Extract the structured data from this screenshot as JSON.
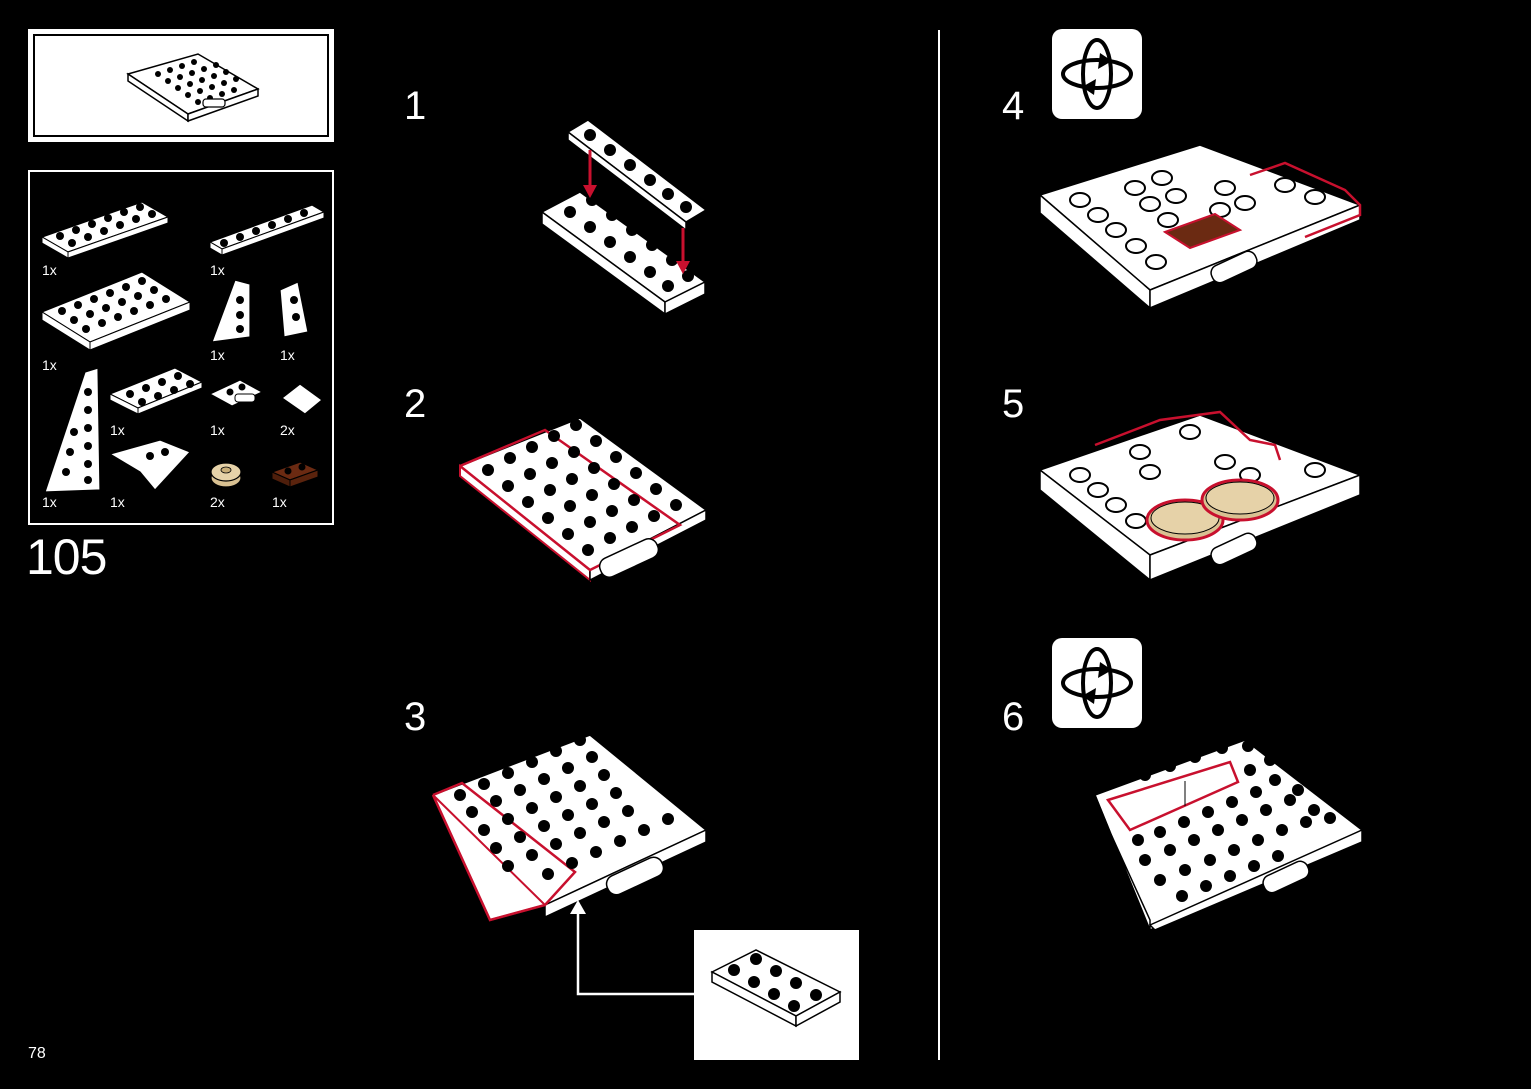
{
  "page": {
    "number": "78"
  },
  "build": {
    "step_group": "105"
  },
  "parts_list": {
    "items": [
      {
        "name": "plate-2x6",
        "qty": "1x"
      },
      {
        "name": "plate-1x6",
        "qty": "1x"
      },
      {
        "name": "plate-4x6",
        "qty": "1x"
      },
      {
        "name": "wedge-plate-left",
        "qty": "1x"
      },
      {
        "name": "wedge-plate-right",
        "qty": "1x"
      },
      {
        "name": "wedge-plate-long",
        "qty": "1x"
      },
      {
        "name": "plate-2x4",
        "qty": "1x"
      },
      {
        "name": "hinge-plate",
        "qty": "1x"
      },
      {
        "name": "slope-tile",
        "qty": "2x"
      },
      {
        "name": "wedge-plate-small",
        "qty": "1x"
      },
      {
        "name": "round-plate-tan",
        "qty": "2x"
      },
      {
        "name": "plate-1x2-brown",
        "qty": "1x"
      }
    ]
  },
  "steps": [
    {
      "number": "1"
    },
    {
      "number": "2"
    },
    {
      "number": "3"
    },
    {
      "number": "4",
      "icon": "rotate-icon"
    },
    {
      "number": "5"
    },
    {
      "number": "6",
      "icon": "rotate-icon"
    }
  ],
  "colors": {
    "background": "#000000",
    "highlight": "#c8102e",
    "brick": "#ffffff",
    "tan": "#d9c192",
    "brown": "#6b2a12"
  }
}
